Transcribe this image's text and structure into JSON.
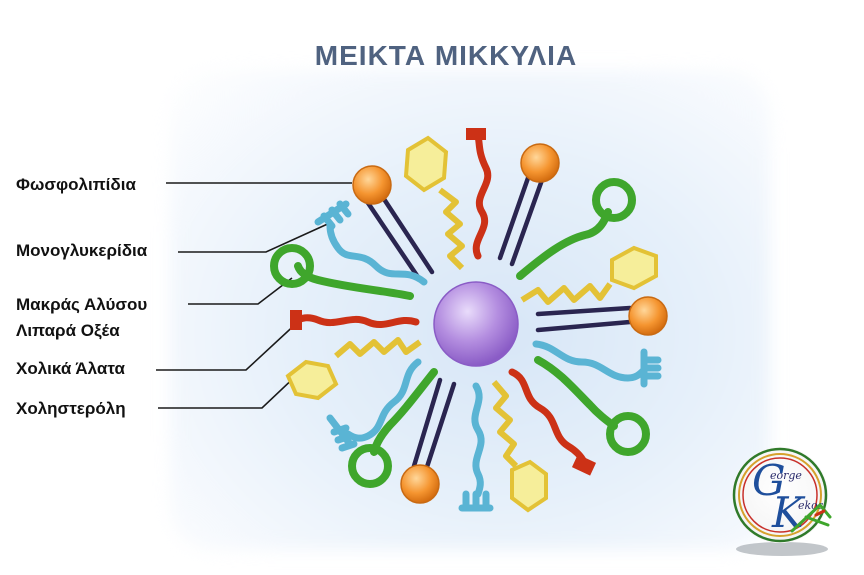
{
  "title": "ΜΕΙΚΤΑ ΜΙΚΚΥΛΙΑ",
  "labels": {
    "phospholipids": "Φωσφολιπίδια",
    "monoglycerides": "Μονογλυκερίδια",
    "fatty_acids_line1": "Μακράς Αλύσου",
    "fatty_acids_line2": "Λιπαρά Οξέα",
    "bile_salts": "Χολικά Άλατα",
    "cholesterol": "Χοληστερόλη"
  },
  "logo": {
    "word1": "eorge",
    "word2": "ekos"
  },
  "colors": {
    "title": "#4f6280",
    "core": "#b48ee0",
    "phospholipid_head": "#f08a24",
    "phospholipid_tail": "#2a2550",
    "monoglyceride": "#3fa62c",
    "fatty_acid": "#cc3116",
    "bile_salt": "#e3c236",
    "cholesterol": "#5ab4d4",
    "cholesterol_ring": "#f6ee9a"
  }
}
